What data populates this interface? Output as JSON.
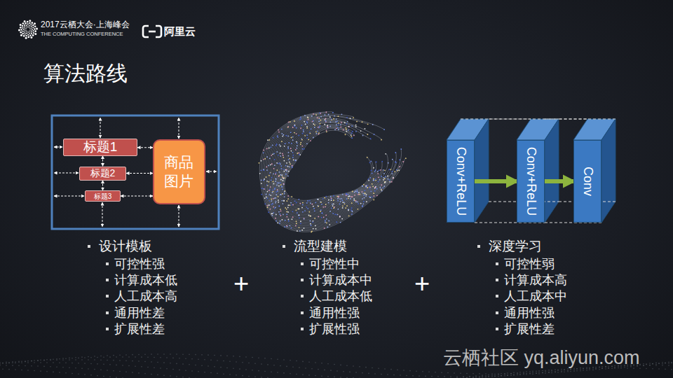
{
  "diagram": {
    "title": "算法路线",
    "nodes": [
      {
        "text": [
          "标题1"
        ]
      },
      {
        "text": [
          "标题2"
        ]
      },
      {
        "text": [
          "标题3"
        ]
      },
      {
        "text": [
          "商品图片"
        ]
      },
      {
        "text": [
          "Conv+ReLU"
        ]
      },
      {
        "text": [
          "Conv+ReLU"
        ]
      },
      {
        "text": [
          "Conv"
        ]
      }
    ],
    "edges": [
      {
        "from": 0,
        "to": 3,
        "arrow": "both"
      },
      {
        "from": 1,
        "to": 3,
        "arrow": "both"
      },
      {
        "from": 2,
        "to": 3,
        "arrow": "both"
      },
      {
        "from": 0,
        "to": 1,
        "arrow": "both"
      },
      {
        "from": 1,
        "to": 2,
        "arrow": "both"
      },
      {
        "from": 4,
        "to": 5,
        "arrow": "to"
      },
      {
        "from": 5,
        "to": 6,
        "arrow": "to"
      }
    ],
    "labels": [
      "2017云栖大会·上海峰会",
      "THE COMPUTING CONFERENCE",
      "阿里云",
      "设计模板",
      "可控性强",
      "计算成本低",
      "人工成本高",
      "通用性差",
      "扩展性差",
      "流型建模",
      "可控性中",
      "计算成本中",
      "人工成本低",
      "通用性强",
      "扩展性强",
      "深度学习",
      "可控性弱",
      "计算成本高",
      "人工成本中",
      "通用性强",
      "扩展性差",
      "+",
      "+",
      "云栖社区 yq.aliyun.com"
    ]
  }
}
